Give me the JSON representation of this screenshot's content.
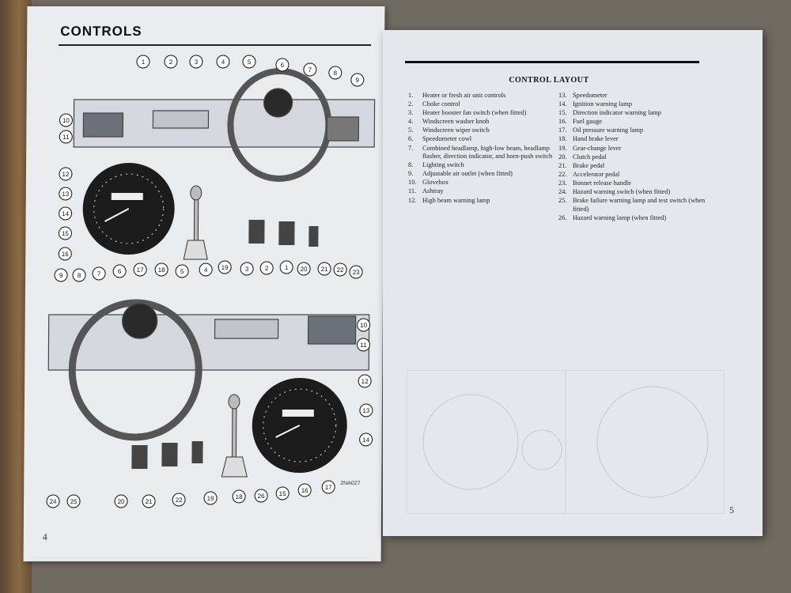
{
  "left_page": {
    "heading": "CONTROLS",
    "page_number": "4",
    "figure_code": "2NA027",
    "callouts_top": [
      "1",
      "2",
      "3",
      "4",
      "5",
      "6",
      "7",
      "8",
      "9",
      "10",
      "11",
      "12",
      "13",
      "14",
      "15",
      "16",
      "17",
      "18",
      "19",
      "20",
      "21",
      "22",
      "23"
    ],
    "callouts_bottom": [
      "9",
      "8",
      "7",
      "6",
      "5",
      "4",
      "3",
      "2",
      "1",
      "10",
      "11",
      "12",
      "13",
      "14",
      "24",
      "25",
      "20",
      "21",
      "22",
      "19",
      "18",
      "26",
      "15",
      "16",
      "17"
    ]
  },
  "right_page": {
    "title": "CONTROL LAYOUT",
    "page_number": "5",
    "column1": [
      {
        "n": "1.",
        "t": "Heater or fresh air unit controls"
      },
      {
        "n": "2.",
        "t": "Choke control"
      },
      {
        "n": "3.",
        "t": "Heater booster fan switch (when fitted)"
      },
      {
        "n": "4.",
        "t": "Windscreen washer knob"
      },
      {
        "n": "5.",
        "t": "Windscreen wiper switch"
      },
      {
        "n": "6.",
        "t": "Speedometer cowl"
      },
      {
        "n": "7.",
        "t": "Combined headlamp, high-low beam, headlamp flasher, direction indicator, and horn-push switch"
      },
      {
        "n": "8.",
        "t": "Lighting switch"
      },
      {
        "n": "9.",
        "t": "Adjustable air outlet (when fitted)"
      },
      {
        "n": "10.",
        "t": "Glovebox"
      },
      {
        "n": "11.",
        "t": "Ashtray"
      },
      {
        "n": "12.",
        "t": "High beam warning lamp"
      }
    ],
    "column2": [
      {
        "n": "13.",
        "t": "Speedometer"
      },
      {
        "n": "14.",
        "t": "Ignition warning lamp"
      },
      {
        "n": "15.",
        "t": "Direction indicator warning lamp"
      },
      {
        "n": "16.",
        "t": "Fuel gauge"
      },
      {
        "n": "17.",
        "t": "Oil pressure warning lamp"
      },
      {
        "n": "18.",
        "t": "Hand brake lever"
      },
      {
        "n": "19.",
        "t": "Gear-change lever"
      },
      {
        "n": "20.",
        "t": "Clutch pedal"
      },
      {
        "n": "21.",
        "t": "Brake pedal"
      },
      {
        "n": "22.",
        "t": "Accelerator pedal"
      },
      {
        "n": "23.",
        "t": "Bonnet release handle"
      },
      {
        "n": "24.",
        "t": "Hazard warning switch (when fitted)"
      },
      {
        "n": "25.",
        "t": "Brake failure warning lamp and test switch (when fitted)"
      },
      {
        "n": "26.",
        "t": "Hazard warning lamp (when fitted)"
      }
    ]
  }
}
